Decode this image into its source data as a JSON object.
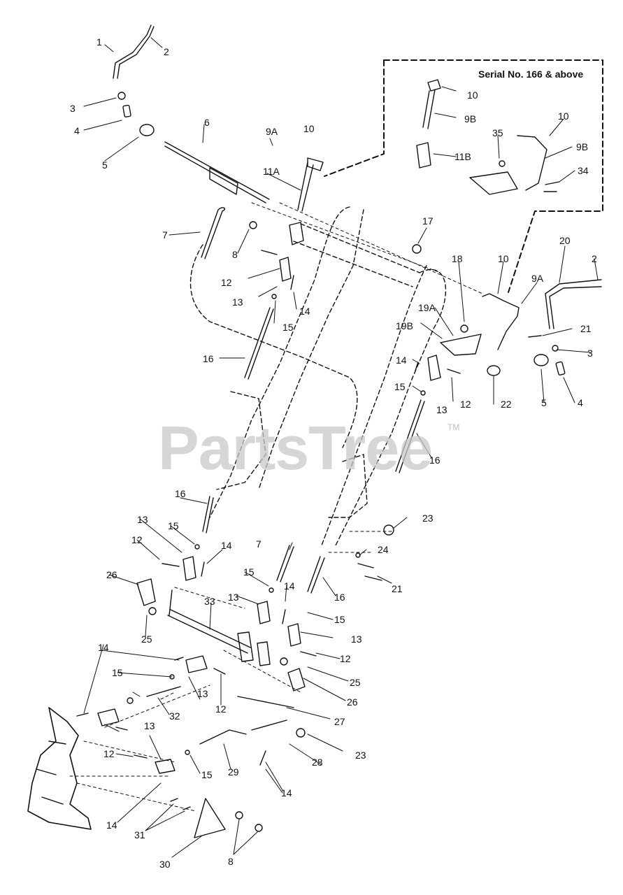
{
  "inset": {
    "caption": "Serial No. 166 & above"
  },
  "watermark": {
    "text": "PartsTree",
    "tm": "TM"
  },
  "callouts": [
    {
      "id": "c1",
      "text": "1"
    },
    {
      "id": "c2",
      "text": "2"
    },
    {
      "id": "c3",
      "text": "3"
    },
    {
      "id": "c4",
      "text": "4"
    },
    {
      "id": "c5",
      "text": "5"
    },
    {
      "id": "c6",
      "text": "6"
    },
    {
      "id": "c7",
      "text": "7"
    },
    {
      "id": "c8",
      "text": "8"
    },
    {
      "id": "c9a",
      "text": "9A"
    },
    {
      "id": "c10",
      "text": "10"
    },
    {
      "id": "c11a",
      "text": "11A"
    },
    {
      "id": "c12",
      "text": "12"
    },
    {
      "id": "c13",
      "text": "13"
    },
    {
      "id": "c14",
      "text": "14"
    },
    {
      "id": "c15",
      "text": "15"
    },
    {
      "id": "c16",
      "text": "16"
    },
    {
      "id": "i10a",
      "text": "10"
    },
    {
      "id": "i9b",
      "text": "9B"
    },
    {
      "id": "i11b",
      "text": "11B"
    },
    {
      "id": "i10b",
      "text": "10"
    },
    {
      "id": "i35",
      "text": "35"
    },
    {
      "id": "i9b2",
      "text": "9B"
    },
    {
      "id": "i34",
      "text": "34"
    },
    {
      "id": "c17",
      "text": "17"
    },
    {
      "id": "c18",
      "text": "18"
    },
    {
      "id": "c10r",
      "text": "10"
    },
    {
      "id": "c20",
      "text": "20"
    },
    {
      "id": "c2r",
      "text": "2"
    },
    {
      "id": "c9ar",
      "text": "9A"
    },
    {
      "id": "c19a",
      "text": "19A"
    },
    {
      "id": "c19b",
      "text": "19B"
    },
    {
      "id": "c21r",
      "text": "21"
    },
    {
      "id": "c3r",
      "text": "3"
    },
    {
      "id": "c14r",
      "text": "14"
    },
    {
      "id": "c15r",
      "text": "15"
    },
    {
      "id": "c12r",
      "text": "12"
    },
    {
      "id": "c13r",
      "text": "13"
    },
    {
      "id": "c22",
      "text": "22"
    },
    {
      "id": "c5r",
      "text": "5"
    },
    {
      "id": "c4r",
      "text": "4"
    },
    {
      "id": "c16r",
      "text": "16"
    },
    {
      "id": "c16m",
      "text": "16"
    },
    {
      "id": "c13m",
      "text": "13"
    },
    {
      "id": "c15m",
      "text": "15"
    },
    {
      "id": "c12m",
      "text": "12"
    },
    {
      "id": "c14m",
      "text": "14"
    },
    {
      "id": "c26",
      "text": "26"
    },
    {
      "id": "c25",
      "text": "25"
    },
    {
      "id": "c33",
      "text": "33"
    },
    {
      "id": "c7m",
      "text": "7"
    },
    {
      "id": "c15c",
      "text": "15"
    },
    {
      "id": "c13c",
      "text": "13"
    },
    {
      "id": "c14c",
      "text": "14"
    },
    {
      "id": "c23",
      "text": "23"
    },
    {
      "id": "c24",
      "text": "24"
    },
    {
      "id": "c21m",
      "text": "21"
    },
    {
      "id": "c16c",
      "text": "16"
    },
    {
      "id": "c15d",
      "text": "15"
    },
    {
      "id": "c13d",
      "text": "13"
    },
    {
      "id": "c12d",
      "text": "12"
    },
    {
      "id": "c25d",
      "text": "25"
    },
    {
      "id": "c26d",
      "text": "26"
    },
    {
      "id": "c27",
      "text": "27"
    },
    {
      "id": "c23d",
      "text": "23"
    },
    {
      "id": "c28",
      "text": "28"
    },
    {
      "id": "c14d",
      "text": "14"
    },
    {
      "id": "c14l",
      "text": "14"
    },
    {
      "id": "c15l",
      "text": "15"
    },
    {
      "id": "c13l",
      "text": "13"
    },
    {
      "id": "c12l",
      "text": "12"
    },
    {
      "id": "c32",
      "text": "32"
    },
    {
      "id": "c13l2",
      "text": "13"
    },
    {
      "id": "c12l2",
      "text": "12"
    },
    {
      "id": "c15l2",
      "text": "15"
    },
    {
      "id": "c29",
      "text": "29"
    },
    {
      "id": "c14l2",
      "text": "14"
    },
    {
      "id": "c31",
      "text": "31"
    },
    {
      "id": "c30",
      "text": "30"
    },
    {
      "id": "c8l",
      "text": "8"
    }
  ]
}
